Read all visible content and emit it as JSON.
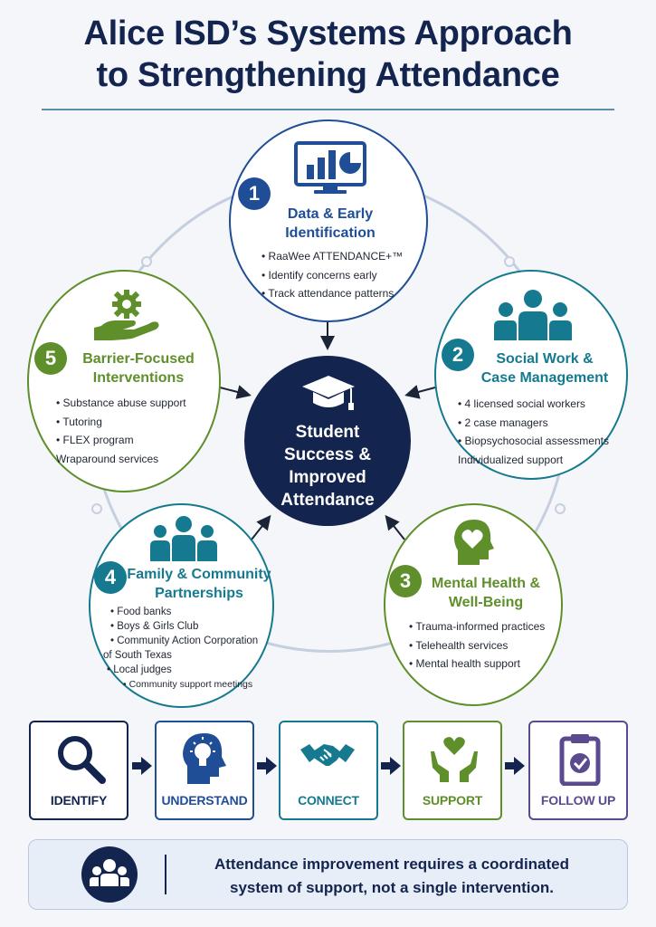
{
  "title": {
    "line1": "Alice ISD’s Systems Approach",
    "line2": "to Strengthening Attendance"
  },
  "colors": {
    "navy": "#13244f",
    "blue": "#1f4e96",
    "teal": "#157a8f",
    "green": "#5e8f2a",
    "purple": "#5b4a8e"
  },
  "center": {
    "lines": [
      "Student",
      "Success &",
      "Improved",
      "Attendance"
    ]
  },
  "components": [
    {
      "number": "1",
      "title_lines": [
        "Data & Early",
        "Identification"
      ],
      "icon": "monitor-chart-icon",
      "items": [
        "RaaWee ATTENDANCE+™",
        "Identify concerns early",
        "Track attendance patterns"
      ]
    },
    {
      "number": "2",
      "title_lines": [
        "Social Work &",
        "Case Management"
      ],
      "icon": "team-people-icon",
      "items": [
        "4 licensed social workers",
        "2 case managers",
        "Biopsychosocial assessments",
        "Individualized support"
      ]
    },
    {
      "number": "3",
      "title_lines": [
        "Mental Health &",
        "Well-Being"
      ],
      "icon": "head-heart-icon",
      "items": [
        "Trauma-informed practices",
        "Telehealth services",
        "Mental health support"
      ]
    },
    {
      "number": "4",
      "title_lines": [
        "Family & Community",
        "Partnerships"
      ],
      "icon": "family-group-icon",
      "items": [
        "Food banks",
        "Boys & Girls Club",
        "Community Action Corporation",
        "of South Texas",
        "Local judges",
        "Community support meetings"
      ]
    },
    {
      "number": "5",
      "title_lines": [
        "Barrier-Focused",
        "Interventions"
      ],
      "icon": "hand-gear-icon",
      "items": [
        "Substance abuse support",
        "Tutoring",
        "FLEX program",
        "Wraparound services"
      ]
    }
  ],
  "steps": [
    {
      "label": "IDENTIFY",
      "icon": "magnifier-icon"
    },
    {
      "label": "UNDERSTAND",
      "icon": "head-lightbulb-icon"
    },
    {
      "label": "CONNECT",
      "icon": "handshake-icon"
    },
    {
      "label": "SUPPORT",
      "icon": "hands-heart-icon"
    },
    {
      "label": "FOLLOW UP",
      "icon": "clipboard-check-icon"
    }
  ],
  "banner": {
    "icon": "group-icon",
    "lines": [
      "Attendance improvement requires a coordinated",
      "system of support, not a single intervention."
    ]
  }
}
